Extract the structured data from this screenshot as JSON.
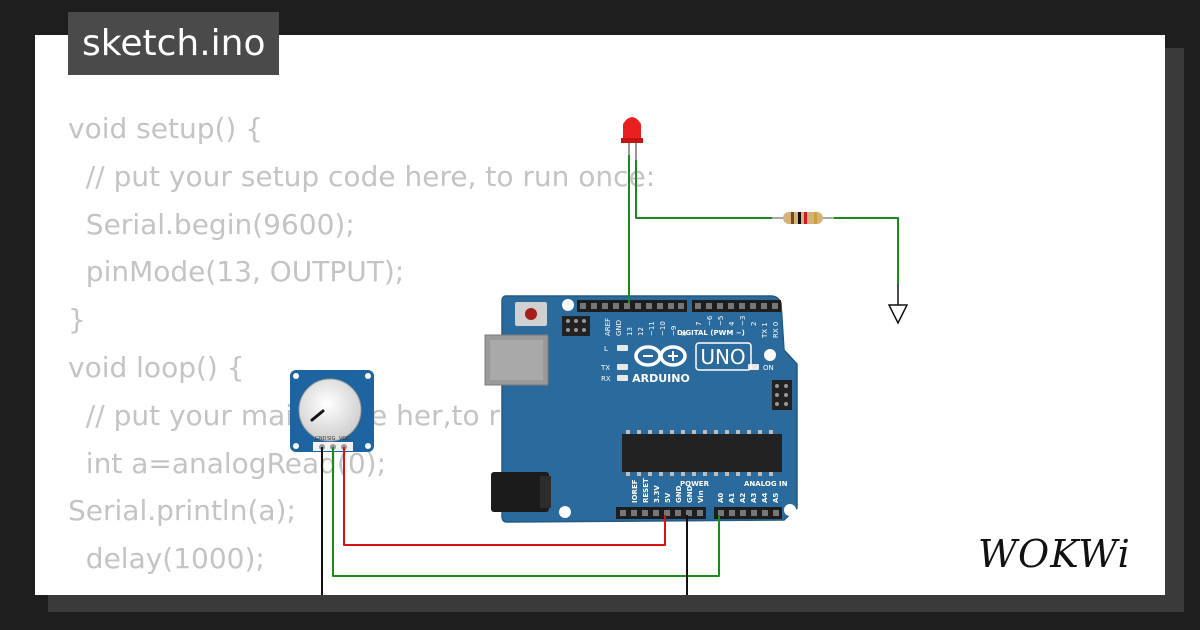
{
  "tab": {
    "filename": "sketch.ino"
  },
  "code": {
    "lines": [
      "void setup() {",
      "  // put your setup code here, to run once:",
      "  Serial.begin(9600);",
      "  pinMode(13, OUTPUT);",
      "",
      "}",
      "void loop() {",
      "  // put your main code her,to run repeatedly:",
      "  int a=analogRead(0);",
      "Serial.println(a);",
      "  delay(1000);"
    ]
  },
  "board": {
    "brand": "ARDUINO",
    "model": "UNO",
    "on_label": "ON",
    "l_label": "L",
    "tx_label": "TX",
    "rx_label": "RX",
    "digital_label": "DIGITAL (PWM ~)",
    "power_label": "POWER",
    "analog_label": "ANALOG IN",
    "digital_pins": [
      "AREF",
      "GND",
      "13",
      "12",
      "~11",
      "~10",
      "~9",
      "8",
      "7",
      "~6",
      "~5",
      "4",
      "~3",
      "2",
      "TX 1",
      "RX 0"
    ],
    "power_pins": [
      "IOREF",
      "RESET",
      "3.3V",
      "5V",
      "GND",
      "GND",
      "Vin"
    ],
    "analog_pins": [
      "A0",
      "A1",
      "A2",
      "A3",
      "A4",
      "A5"
    ]
  },
  "potentiometer": {
    "pins": [
      "GND",
      "SIG",
      "VCC"
    ]
  },
  "logo": {
    "text": "WOKWi"
  },
  "colors": {
    "board": "#2b6a9c",
    "wire_green": "#1a8a1a",
    "wire_red": "#dd1111",
    "wire_black": "#111111",
    "led": "#e82020",
    "code_text": "#c4c4c4",
    "tab_bg": "#4a4a4a"
  }
}
